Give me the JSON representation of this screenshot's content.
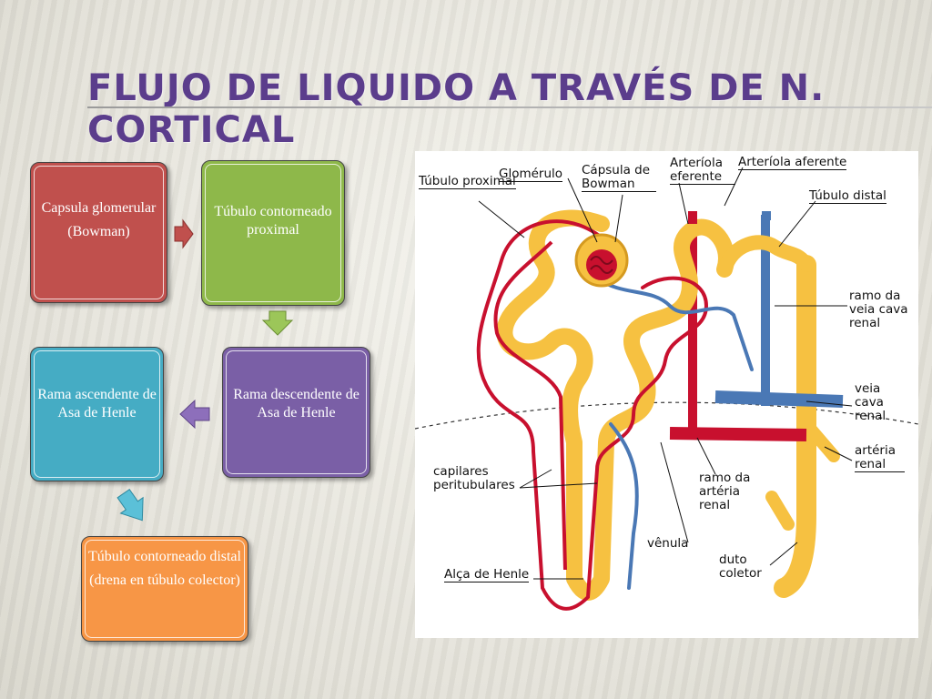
{
  "slide": {
    "title": "Flujo de liquido a través de N. cortical"
  },
  "flow": {
    "box1": {
      "line1": "Capsula glomerular",
      "line2": "(Bowman)",
      "color": "#c0504d"
    },
    "box2": {
      "line1": "Túbulo contorneado proximal",
      "color": "#8eb84a"
    },
    "box3": {
      "line1": "Rama descendente de Asa de Henle",
      "color": "#7a5fa6"
    },
    "box4": {
      "line1": "Rama ascendente de Asa de Henle",
      "color": "#45acc4"
    },
    "box5": {
      "line1": "Túbulo contorneado distal",
      "line2": "(drena en túbulo colector)",
      "color": "#f79646"
    }
  },
  "diagram": {
    "labels": {
      "tubulo_proximal": "Túbulo proximal",
      "glomerulo": "Glomérulo",
      "capsula_bowman": "Cápsula de Bowman",
      "arteriola_eferente": "Arteríola eferente",
      "arteriola_aferente": "Arteríola aferente",
      "tubulo_distal": "Túbulo distal",
      "ramo_veia": "ramo da veia cava renal",
      "veia_cava": "veia cava renal",
      "arteria_renal": "artéria renal",
      "capilares": "capilares peritubulares",
      "ramo_arteria": "ramo da artéria renal",
      "venula": "vênula",
      "duto_coletor": "duto coletor",
      "alca_henle": "Alça de Henle"
    },
    "colors": {
      "tubule": "#f6c141",
      "artery": "#c8102e",
      "vein": "#4a78b5"
    }
  }
}
